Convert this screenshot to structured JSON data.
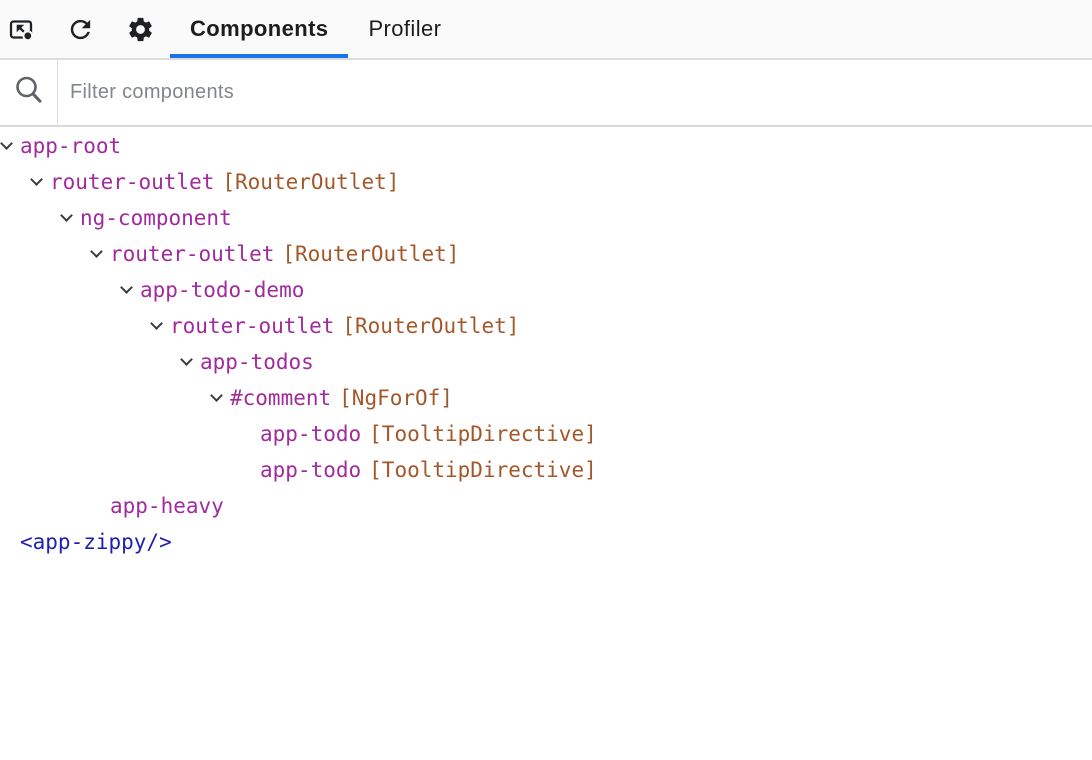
{
  "toolbar": {
    "accent_color": "#1a73e8",
    "icons": [
      {
        "name": "inspect-icon"
      },
      {
        "name": "refresh-icon"
      },
      {
        "name": "settings-icon"
      }
    ],
    "tabs": [
      {
        "label": "Components",
        "active": true
      },
      {
        "label": "Profiler",
        "active": false
      }
    ]
  },
  "filter": {
    "icon": "search-icon",
    "placeholder": "Filter components"
  },
  "tree": {
    "colors": {
      "component": "#a12b9c",
      "directive": "#a3582a",
      "element": "#1f1fae"
    },
    "nodes": [
      {
        "name": "app-root",
        "directive": "",
        "level": 0,
        "expandable": true,
        "kind": "component"
      },
      {
        "name": "router-outlet",
        "directive": "[RouterOutlet]",
        "level": 1,
        "expandable": true,
        "kind": "component"
      },
      {
        "name": "ng-component",
        "directive": "",
        "level": 2,
        "expandable": true,
        "kind": "component"
      },
      {
        "name": "router-outlet",
        "directive": "[RouterOutlet]",
        "level": 3,
        "expandable": true,
        "kind": "component"
      },
      {
        "name": "app-todo-demo",
        "directive": "",
        "level": 4,
        "expandable": true,
        "kind": "component"
      },
      {
        "name": "router-outlet",
        "directive": "[RouterOutlet]",
        "level": 5,
        "expandable": true,
        "kind": "component"
      },
      {
        "name": "app-todos",
        "directive": "",
        "level": 6,
        "expandable": true,
        "kind": "component"
      },
      {
        "name": "#comment",
        "directive": "[NgForOf]",
        "level": 7,
        "expandable": true,
        "kind": "component"
      },
      {
        "name": "app-todo",
        "directive": "[TooltipDirective]",
        "level": 8,
        "expandable": false,
        "kind": "component"
      },
      {
        "name": "app-todo",
        "directive": "[TooltipDirective]",
        "level": 8,
        "expandable": false,
        "kind": "component"
      },
      {
        "name": "app-heavy",
        "directive": "",
        "level": 3,
        "expandable": false,
        "kind": "component"
      },
      {
        "name": "<app-zippy/>",
        "directive": "",
        "level": 0,
        "expandable": false,
        "kind": "element"
      }
    ]
  }
}
